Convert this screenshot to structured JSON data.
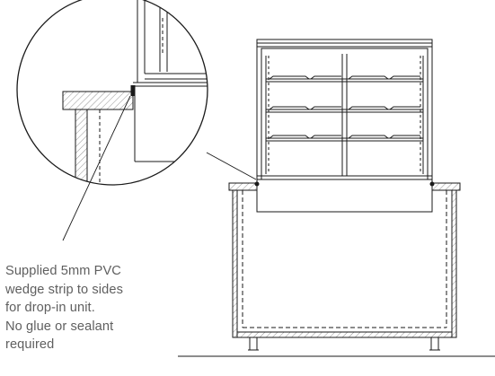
{
  "callout": {
    "lines": [
      "Supplied 5mm PVC",
      "wedge strip to sides",
      "for drop-in unit.",
      "No glue or sealant",
      "required"
    ]
  },
  "colors": {
    "line": "#1a1a1a",
    "text": "#5f5f5f",
    "background": "#ffffff"
  }
}
